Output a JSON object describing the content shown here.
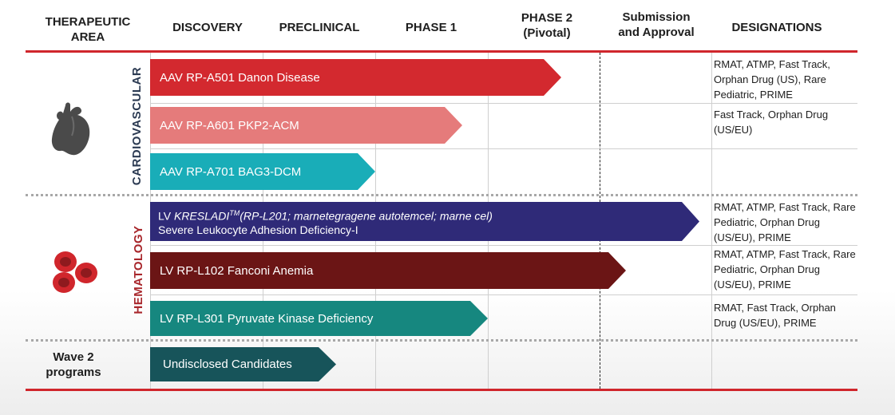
{
  "headers": {
    "therapeutic_area": "THERAPEUTIC AREA",
    "discovery": "DISCOVERY",
    "preclinical": "PRECLINICAL",
    "phase1": "PHASE 1",
    "phase2_line1": "PHASE 2",
    "phase2_line2": "(Pivotal)",
    "submission_line1": "Submission",
    "submission_line2": "and Approval",
    "designations": "DESIGNATIONS"
  },
  "areas": {
    "cardiovascular": "CARDIOVASCULAR",
    "hematology": "HEMATOLOGY",
    "wave2": "Wave 2 programs"
  },
  "programs": [
    {
      "label": "AAV RP-A501 Danon Disease",
      "color": "#d3292f",
      "designations": "RMAT, ATMP, Fast Track, Orphan Drug (US), Rare Pediatric, PRIME"
    },
    {
      "label": "AAV RP-A601 PKP2-ACM",
      "color": "#e57b7b",
      "designations": "Fast Track, Orphan Drug (US/EU)"
    },
    {
      "label": "AAV RP-A701 BAG3-DCM",
      "color": "#19adb8",
      "designations": ""
    },
    {
      "label_prefix": "LV ",
      "label_italic": "KRESLADI",
      "label_sup": "TM",
      "label_italic2": "(RP-L201; marnetegragene autotemcel; marne cel)",
      "label_line2": "Severe Leukocyte Adhesion Deficiency-I",
      "color": "#2f2a78",
      "designations": "RMAT, ATMP, Fast Track, Rare Pediatric, Orphan Drug (US/EU), PRIME"
    },
    {
      "label": "LV RP-L102 Fanconi Anemia",
      "color": "#6b1515",
      "designations": "RMAT, ATMP, Fast Track, Rare Pediatric, Orphan Drug (US/EU), PRIME"
    },
    {
      "label": "LV RP-L301 Pyruvate Kinase Deficiency",
      "color": "#16877f",
      "designations": "RMAT, Fast Track, Orphan Drug (US/EU), PRIME"
    },
    {
      "label": "Undisclosed Candidates",
      "color": "#17545a",
      "designations": ""
    }
  ]
}
